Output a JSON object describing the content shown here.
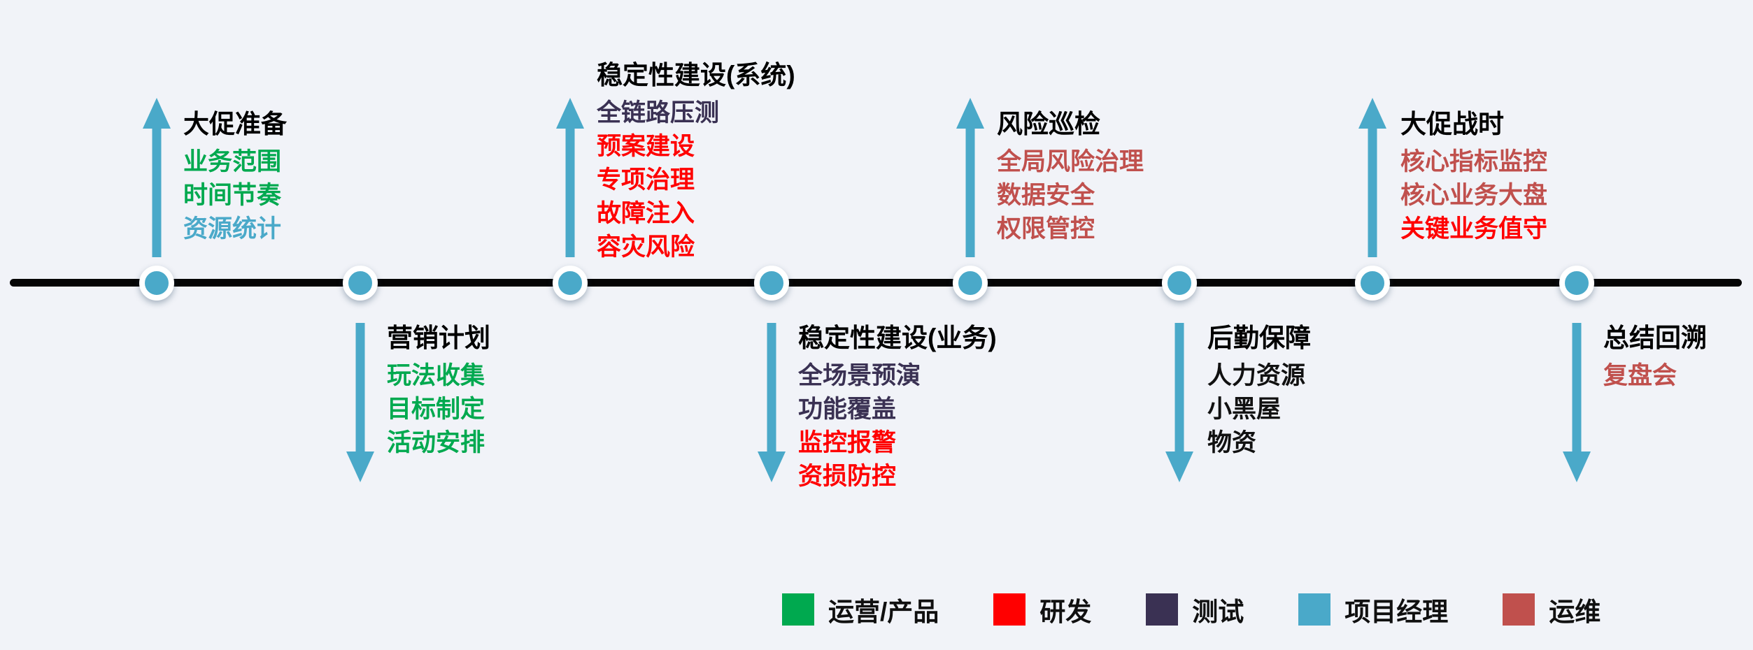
{
  "colors": {
    "background": "#F1F3F8",
    "line": "#050505",
    "node": "#4AA9C9",
    "arrow": "#4AA9C9",
    "ops": "#00A94F",
    "rd": "#FF0000",
    "qa": "#3A3153",
    "pm": "#4AA9C9",
    "om": "#C0504D",
    "plain": "#111111"
  },
  "groups": [
    {
      "title": "大促准备",
      "position": "above",
      "items": [
        {
          "label": "业务范围",
          "role": "ops"
        },
        {
          "label": "时间节奏",
          "role": "ops"
        },
        {
          "label": "资源统计",
          "role": "pm"
        }
      ]
    },
    {
      "title": "营销计划",
      "position": "below",
      "items": [
        {
          "label": "玩法收集",
          "role": "ops"
        },
        {
          "label": "目标制定",
          "role": "ops"
        },
        {
          "label": "活动安排",
          "role": "ops"
        }
      ]
    },
    {
      "title": "稳定性建设(系统)",
      "position": "above",
      "items": [
        {
          "label": "全链路压测",
          "role": "qa"
        },
        {
          "label": "预案建设",
          "role": "rd"
        },
        {
          "label": "专项治理",
          "role": "rd"
        },
        {
          "label": "故障注入",
          "role": "rd"
        },
        {
          "label": "容灾风险",
          "role": "rd"
        }
      ]
    },
    {
      "title": "稳定性建设(业务)",
      "position": "below",
      "items": [
        {
          "label": "全场景预演",
          "role": "qa"
        },
        {
          "label": "功能覆盖",
          "role": "qa"
        },
        {
          "label": "监控报警",
          "role": "rd"
        },
        {
          "label": "资损防控",
          "role": "rd"
        }
      ]
    },
    {
      "title": "风险巡检",
      "position": "above",
      "items": [
        {
          "label": "全局风险治理",
          "role": "om"
        },
        {
          "label": "数据安全",
          "role": "om"
        },
        {
          "label": "权限管控",
          "role": "om"
        }
      ]
    },
    {
      "title": "后勤保障",
      "position": "below",
      "items": [
        {
          "label": "人力资源",
          "role": "plain"
        },
        {
          "label": "小黑屋",
          "role": "plain"
        },
        {
          "label": "物资",
          "role": "plain"
        }
      ]
    },
    {
      "title": "大促战时",
      "position": "above",
      "items": [
        {
          "label": "核心指标监控",
          "role": "om"
        },
        {
          "label": "核心业务大盘",
          "role": "om"
        },
        {
          "label": "关键业务值守",
          "role": "rd"
        }
      ]
    },
    {
      "title": "总结回溯",
      "position": "below",
      "items": [
        {
          "label": "复盘会",
          "role": "om"
        }
      ]
    }
  ],
  "legend": [
    {
      "label": "运营/产品",
      "role": "ops"
    },
    {
      "label": "研发",
      "role": "rd"
    },
    {
      "label": "测试",
      "role": "qa"
    },
    {
      "label": "项目经理",
      "role": "pm"
    },
    {
      "label": "运维",
      "role": "om"
    }
  ]
}
